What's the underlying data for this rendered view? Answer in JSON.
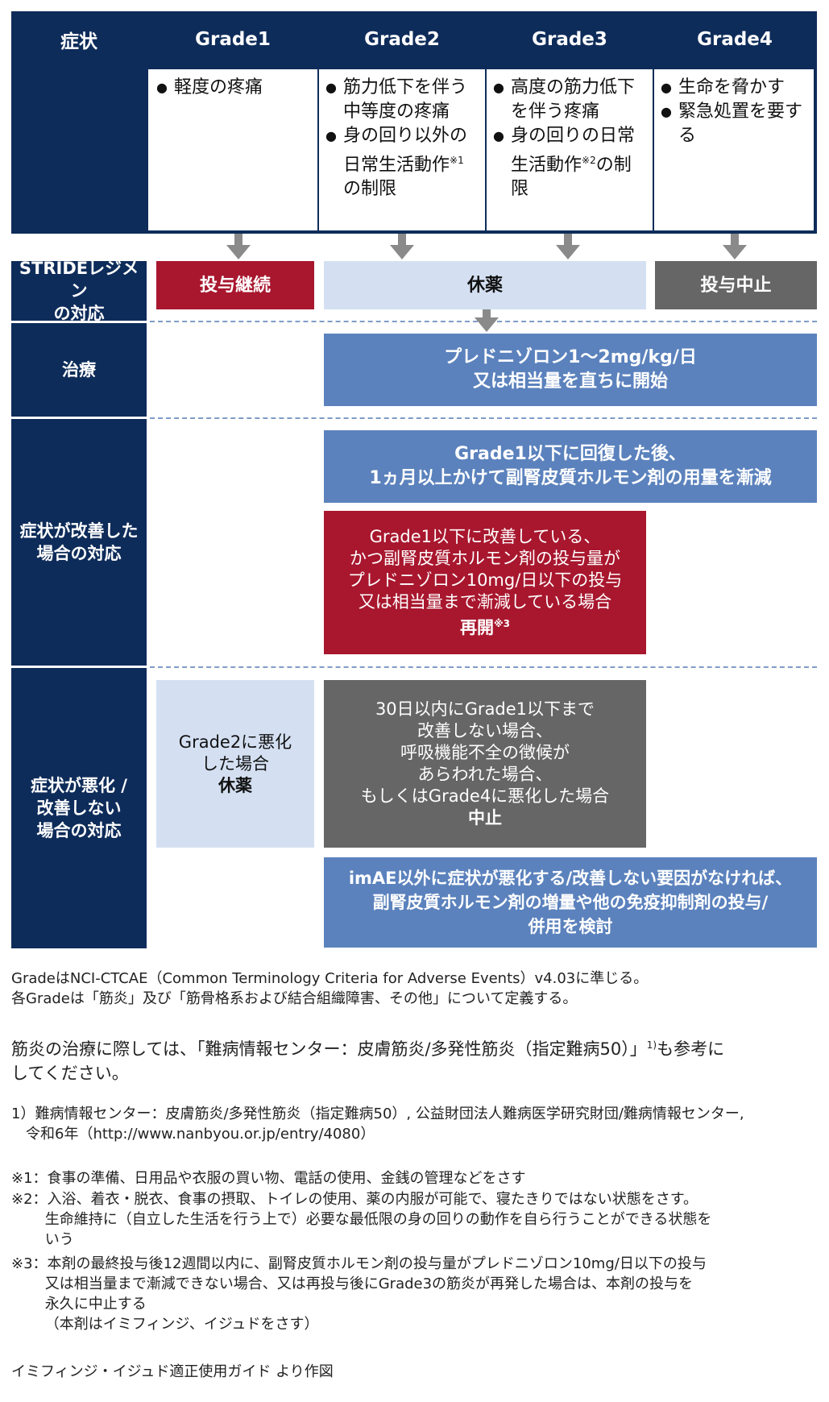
{
  "header": {
    "col0": "症状",
    "grades": [
      "Grade1",
      "Grade2",
      "Grade3",
      "Grade4"
    ]
  },
  "symptoms": {
    "grade1": [
      "軽度の疼痛"
    ],
    "grade2": [
      "筋力低下を伴う中等度の疼痛",
      "身の回り以外の日常生活動作",
      "の制限"
    ],
    "grade3": [
      "高度の筋力低下を伴う疼痛",
      "身の回りの日常生活動作",
      "の制限"
    ],
    "grade4": [
      "生命を脅かす",
      "緊急処置を要する"
    ],
    "note_ref1": "※1",
    "note_ref2": "※2"
  },
  "rows": {
    "stride_label": "STRIDEレジメン\nの対応",
    "treatment_label": "治療",
    "improved_label": "症状が改善した\n場合の対応",
    "worsened_label": "症状が悪化 /\n改善しない\n場合の対応"
  },
  "actions": {
    "continue": "投与継続",
    "hold": "休薬",
    "stop": "投与中止"
  },
  "treatment": {
    "text": "プレドニゾロン1～2mg/kg/日\n又は相当量を直ちに開始"
  },
  "improved": {
    "taper": "Grade1以下に回復した後、\n1ヵ月以上かけて副腎皮質ホルモン剤の用量を漸減",
    "resume_text": "Grade1以下に改善している、\nかつ副腎皮質ホルモン剤の投与量が\nプレドニゾロン10mg/日以下の投与\n又は相当量まで漸減している場合",
    "resume_action": "再開",
    "resume_ref": "※3"
  },
  "worsened": {
    "grade1_text": "Grade2に悪化\nした場合",
    "grade1_action": "休薬",
    "stop_text": "30日以内にGrade1以下まで\n改善しない場合、\n呼吸機能不全の徴候が\nあらわれた場合、\nもしくはGrade4に悪化した場合",
    "stop_action": "中止",
    "consider": "imAE以外に症状が悪化する/改善しない要因がなければ、\n副腎皮質ホルモン剤の増量や他の免疫抑制剤の投与/\n併用を検討"
  },
  "footer": {
    "p1": "GradeはNCI-CTCAE（Common Terminology Criteria for Adverse Events）v4.03に準じる。\n各Gradeは「筋炎」及び「筋骨格系および結合組織障害、その他」について定義する。",
    "p2_text": "筋炎の治療に際しては、「難病情報センター：皮膚筋炎/多発性筋炎（指定難病50）」",
    "p2_ref": "1)",
    "p2_end": "も参考に\nしてください。",
    "ref1": "1）難病情報センター：皮膚筋炎/多発性筋炎（指定難病50）, 公益財団法人難病医学研究財団/難病情報センター,\n　令和6年（http://www.nanbyou.or.jp/entry/4080）",
    "note1": "※1：食事の準備、日用品や衣服の買い物、電話の使用、金銭の管理などをさす",
    "note2": "※2：入浴、着衣・脱衣、食事の摂取、トイレの使用、薬の内服が可能で、寝たきりではない状態をさす。\n　　 生命維持に（自立した生活を行う上で）必要な最低限の身の回りの動作を自ら行うことができる状態を\n　　 いう",
    "note3": "※3：本剤の最終投与後12週間以内に、副腎皮質ホルモン剤の投与量がプレドニゾロン10mg/日以下の投与\n　　 又は相当量まで漸減できない場合、又は再投与後にGrade3の筋炎が再発した場合は、本剤の投与を\n　　 永久に中止する\n　　 （本剤はイミフィンジ、イジュドをさす）",
    "source": "イミフィンジ・イジュド適正使用ガイド より作図"
  }
}
